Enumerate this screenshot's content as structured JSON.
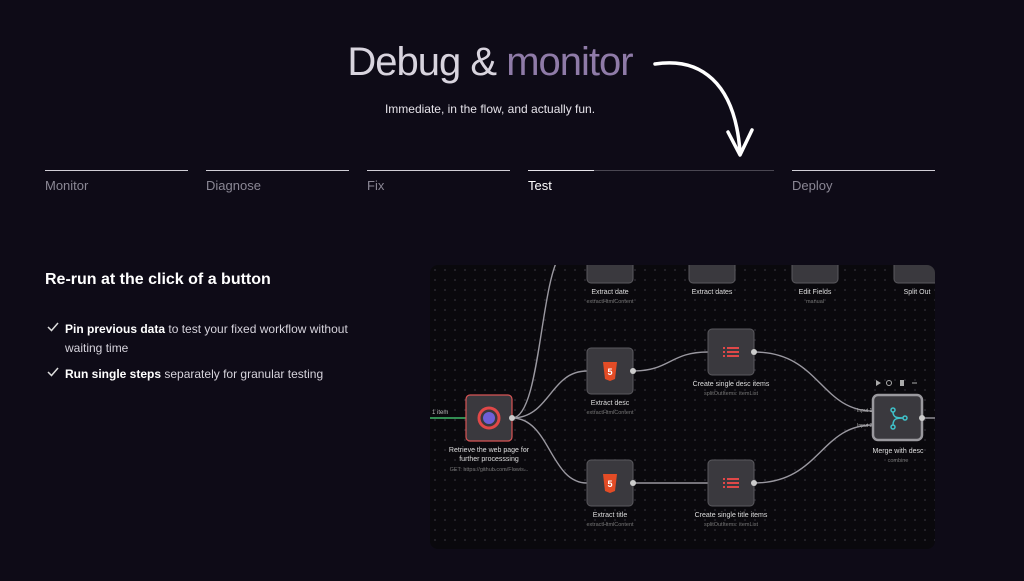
{
  "header": {
    "title_part1": "Debug &",
    "title_part2": "monitor",
    "subtitle": "Immediate, in the flow, and actually fun."
  },
  "tabs": [
    {
      "label": "Monitor"
    },
    {
      "label": "Diagnose"
    },
    {
      "label": "Fix"
    },
    {
      "label": "Test",
      "active": true,
      "progress_percent": 27
    },
    {
      "label": "Deploy"
    }
  ],
  "section": {
    "heading": "Re-run at the click of a button",
    "bullets": [
      {
        "bold": "Pin previous data",
        "rest": " to test your fixed workflow without waiting time"
      },
      {
        "bold": "Run single steps",
        "rest": " separately for granular testing"
      }
    ]
  },
  "workflow": {
    "input_label": "1 item",
    "nodes": {
      "extract_date": {
        "title": "Extract date",
        "sub": "extractHtmlContent"
      },
      "extract_dates": {
        "title": "Extract dates",
        "sub": ""
      },
      "edit_fields": {
        "title": "Edit Fields",
        "sub": "manual"
      },
      "split_out": {
        "title": "Split Out",
        "sub": ""
      },
      "retrieve": {
        "title1": "Retrieve the web page for",
        "title2": "further processsing",
        "sub": "GET: https://github.com/Flowis..."
      },
      "extract_desc": {
        "title": "Extract desc",
        "sub": "extractHtmlContent"
      },
      "create_desc": {
        "title": "Create single desc items",
        "sub": "splitOutItems: itemList"
      },
      "extract_title": {
        "title": "Extract title",
        "sub": "extractHtmlContent"
      },
      "create_title": {
        "title": "Create single title items",
        "sub": "splitOutItems: itemList"
      },
      "merge": {
        "title": "Merge with desc",
        "sub": "combine",
        "input1": "Input 1",
        "input2": "Input 2"
      }
    },
    "colors": {
      "html": "#e34c26",
      "list": "#e04848",
      "merge": "#3fc1c9",
      "http": "#6f5fd8"
    }
  }
}
